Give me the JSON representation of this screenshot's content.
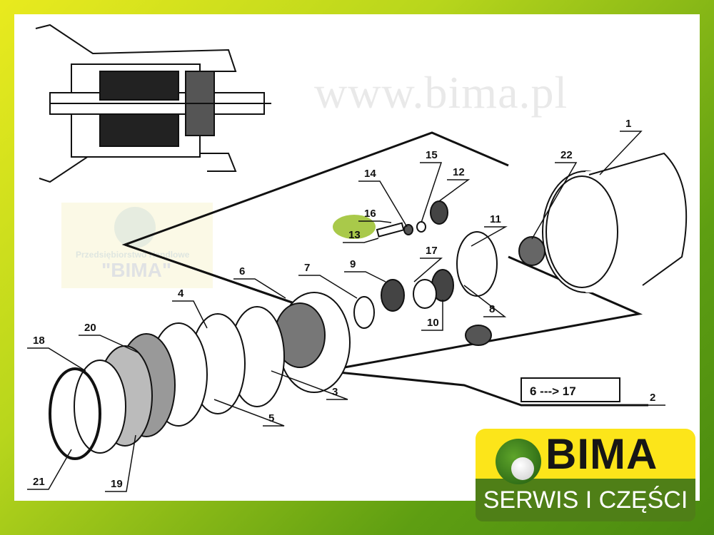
{
  "watermark": {
    "company_sub": "Przedsiębiorstwo Handlowe",
    "company_name": "\"BIMA\"",
    "url": "www.bima.pl"
  },
  "callouts": [
    "1",
    "22",
    "15",
    "14",
    "12",
    "16",
    "13",
    "11",
    "17",
    "9",
    "7",
    "6",
    "4",
    "8",
    "10",
    "20",
    "18",
    "3",
    "2",
    "5",
    "21",
    "19"
  ],
  "range_box": {
    "text": "6  --->  17"
  },
  "highlight_color": "#a9c94a",
  "logo": {
    "name": "BIMA",
    "tagline": "SERWIS I CZĘŚCI"
  }
}
